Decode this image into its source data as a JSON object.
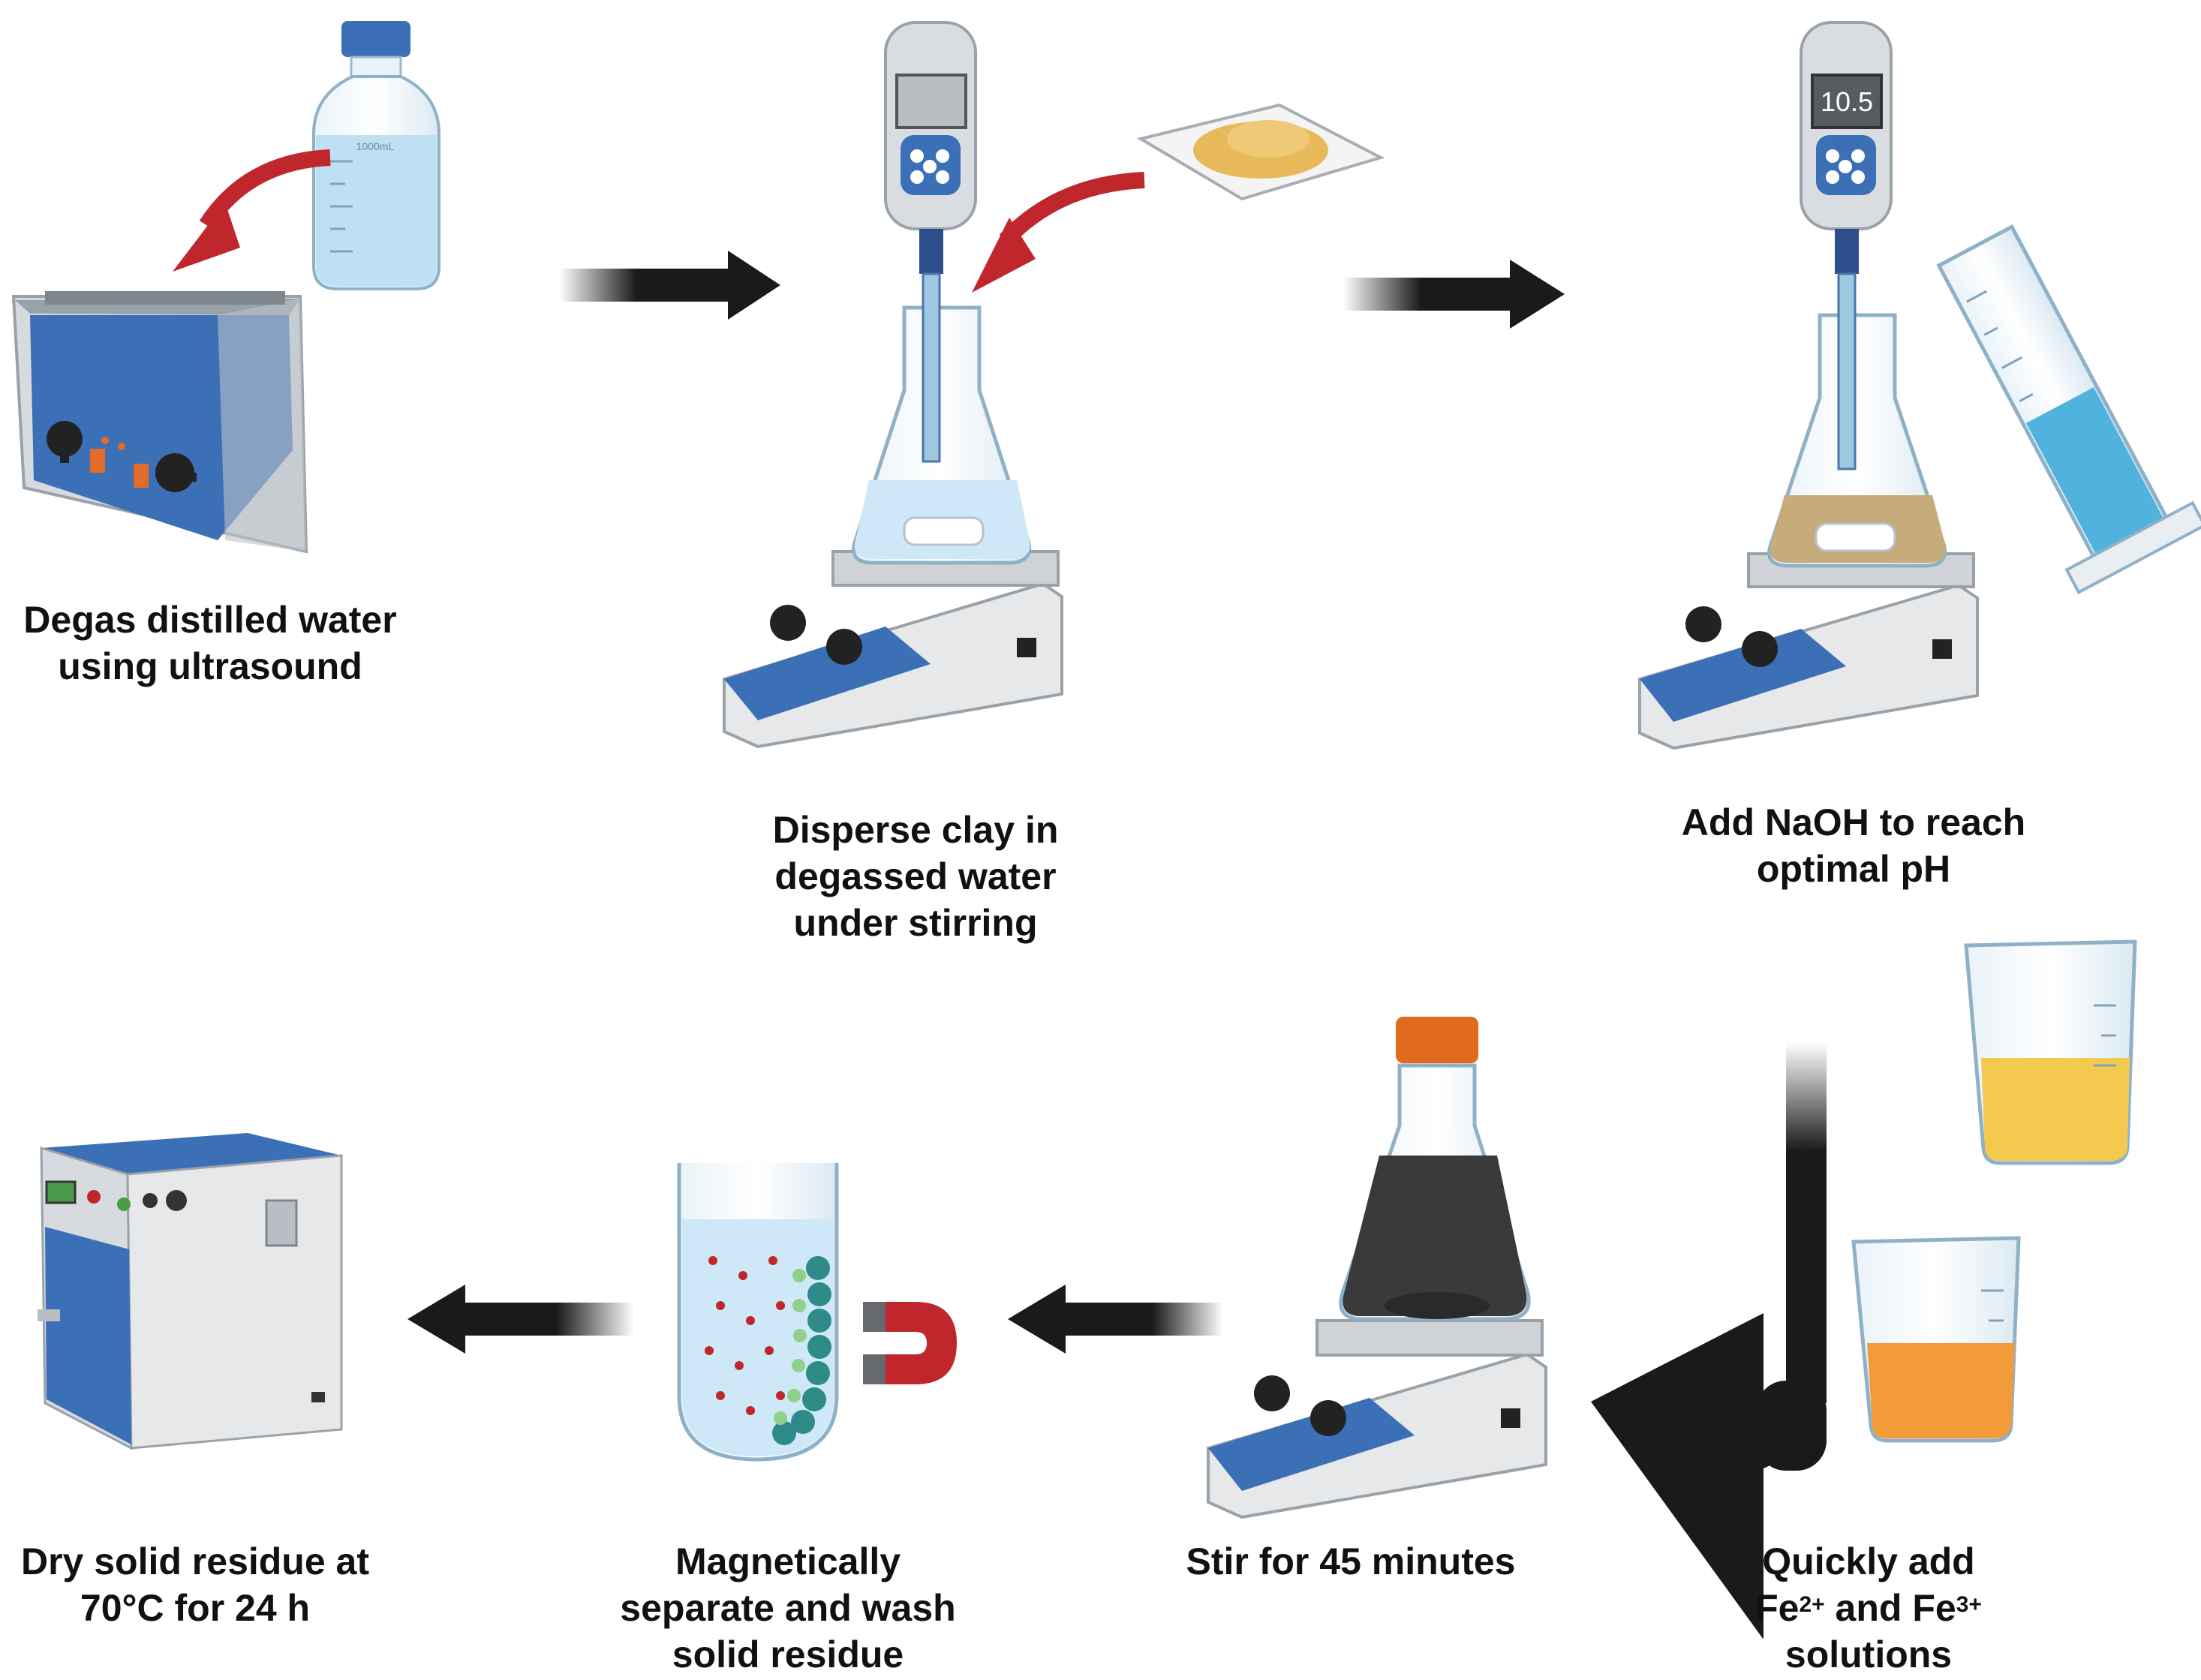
{
  "steps": [
    {
      "id": "degas",
      "lines": [
        "Degas distilled water",
        "using ultrasound"
      ]
    },
    {
      "id": "disperse",
      "lines": [
        "Disperse clay in",
        "degassed water",
        "under stirring"
      ]
    },
    {
      "id": "naoh",
      "lines": [
        "Add NaOH to reach",
        "optimal pH"
      ]
    },
    {
      "id": "fe",
      "line1": "Quickly add",
      "fe_a": "Fe",
      "sup_a": "2+",
      "and": " and Fe",
      "sup_b": "3+",
      "line3": "solutions"
    },
    {
      "id": "stir",
      "lines": [
        "Stir for 45 minutes"
      ]
    },
    {
      "id": "magnet",
      "lines": [
        "Magnetically",
        "separate and wash",
        "solid residue"
      ]
    },
    {
      "id": "dry",
      "lines": [
        "Dry solid residue at",
        "70°C for 24 h"
      ]
    }
  ],
  "ph_reading": "10.5",
  "bottle_label": "1000mL",
  "colors": {
    "arrow_dark": "#1a1a1a",
    "red_arrow": "#c0272d",
    "device_blue": "#3b6fb6",
    "water_blue": "#cfe8f7",
    "clay_yellow": "#e8b95a",
    "naoh_blue": "#4fb3de",
    "fe2_yellow": "#f3c94e",
    "fe3_orange": "#f39a3a",
    "dark_suspension": "#3a3a3a",
    "cap_orange": "#e06a1e"
  }
}
